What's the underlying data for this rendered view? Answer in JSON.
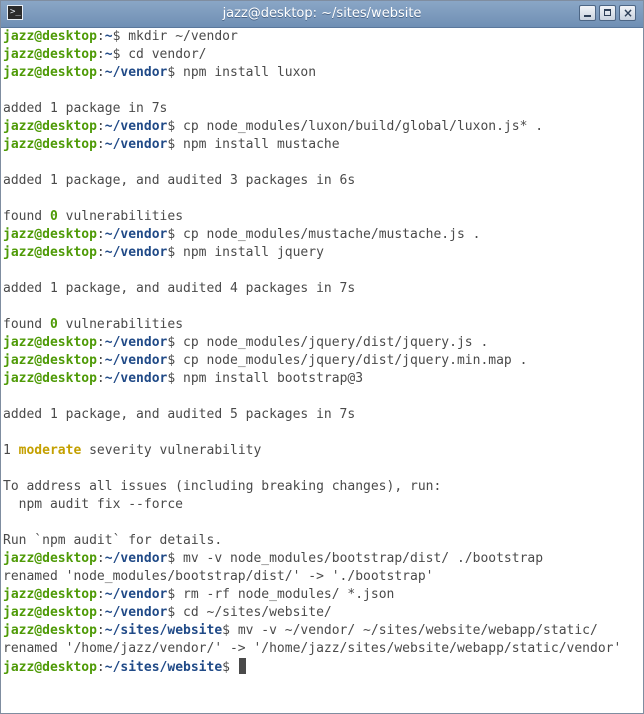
{
  "window": {
    "title": "jazz@desktop: ~/sites/website",
    "icon": "terminal-icon",
    "buttons": [
      "minimize",
      "maximize",
      "close"
    ]
  },
  "terminal": {
    "prompt_user": "jazz@desktop",
    "lines": [
      {
        "type": "cmd",
        "cwd": "~",
        "cmd": "mkdir ~/vendor"
      },
      {
        "type": "cmd",
        "cwd": "~",
        "cmd": "cd vendor/"
      },
      {
        "type": "cmd",
        "cwd": "~/vendor",
        "cmd": "npm install luxon"
      },
      {
        "type": "out",
        "text": ""
      },
      {
        "type": "out",
        "text": "added 1 package in 7s"
      },
      {
        "type": "cmd",
        "cwd": "~/vendor",
        "cmd": "cp node_modules/luxon/build/global/luxon.js* ."
      },
      {
        "type": "cmd",
        "cwd": "~/vendor",
        "cmd": "npm install mustache"
      },
      {
        "type": "out",
        "text": ""
      },
      {
        "type": "out",
        "text": "added 1 package, and audited 3 packages in 6s"
      },
      {
        "type": "out",
        "text": ""
      },
      {
        "type": "vuln",
        "pre": "found ",
        "num": "0",
        "post": " vulnerabilities"
      },
      {
        "type": "cmd",
        "cwd": "~/vendor",
        "cmd": "cp node_modules/mustache/mustache.js ."
      },
      {
        "type": "cmd",
        "cwd": "~/vendor",
        "cmd": "npm install jquery"
      },
      {
        "type": "out",
        "text": ""
      },
      {
        "type": "out",
        "text": "added 1 package, and audited 4 packages in 7s"
      },
      {
        "type": "out",
        "text": ""
      },
      {
        "type": "vuln",
        "pre": "found ",
        "num": "0",
        "post": " vulnerabilities"
      },
      {
        "type": "cmd",
        "cwd": "~/vendor",
        "cmd": "cp node_modules/jquery/dist/jquery.js ."
      },
      {
        "type": "cmd",
        "cwd": "~/vendor",
        "cmd": "cp node_modules/jquery/dist/jquery.min.map ."
      },
      {
        "type": "cmd",
        "cwd": "~/vendor",
        "cmd": "npm install bootstrap@3"
      },
      {
        "type": "out",
        "text": ""
      },
      {
        "type": "out",
        "text": "added 1 package, and audited 5 packages in 7s"
      },
      {
        "type": "out",
        "text": ""
      },
      {
        "type": "moderate",
        "pre": "1 ",
        "word": "moderate",
        "post": " severity vulnerability"
      },
      {
        "type": "out",
        "text": ""
      },
      {
        "type": "out",
        "text": "To address all issues (including breaking changes), run:"
      },
      {
        "type": "out",
        "text": "  npm audit fix --force"
      },
      {
        "type": "out",
        "text": ""
      },
      {
        "type": "out",
        "text": "Run `npm audit` for details."
      },
      {
        "type": "cmd",
        "cwd": "~/vendor",
        "cmd": "mv -v node_modules/bootstrap/dist/ ./bootstrap"
      },
      {
        "type": "out",
        "text": "renamed 'node_modules/bootstrap/dist/' -> './bootstrap'"
      },
      {
        "type": "cmd",
        "cwd": "~/vendor",
        "cmd": "rm -rf node_modules/ *.json"
      },
      {
        "type": "cmd",
        "cwd": "~/vendor",
        "cmd": "cd ~/sites/website/"
      },
      {
        "type": "cmd",
        "cwd": "~/sites/website",
        "cmd": "mv -v ~/vendor/ ~/sites/website/webapp/static/"
      },
      {
        "type": "out",
        "text": "renamed '/home/jazz/vendor/' -> '/home/jazz/sites/website/webapp/static/vendor'"
      },
      {
        "type": "active",
        "cwd": "~/sites/website",
        "cmd": ""
      }
    ]
  },
  "colors": {
    "user": "#4e9a06",
    "cwd": "#204a87",
    "text": "#4a4a4a",
    "moderate": "#c4a000",
    "titlebar": "#7c9abe"
  }
}
